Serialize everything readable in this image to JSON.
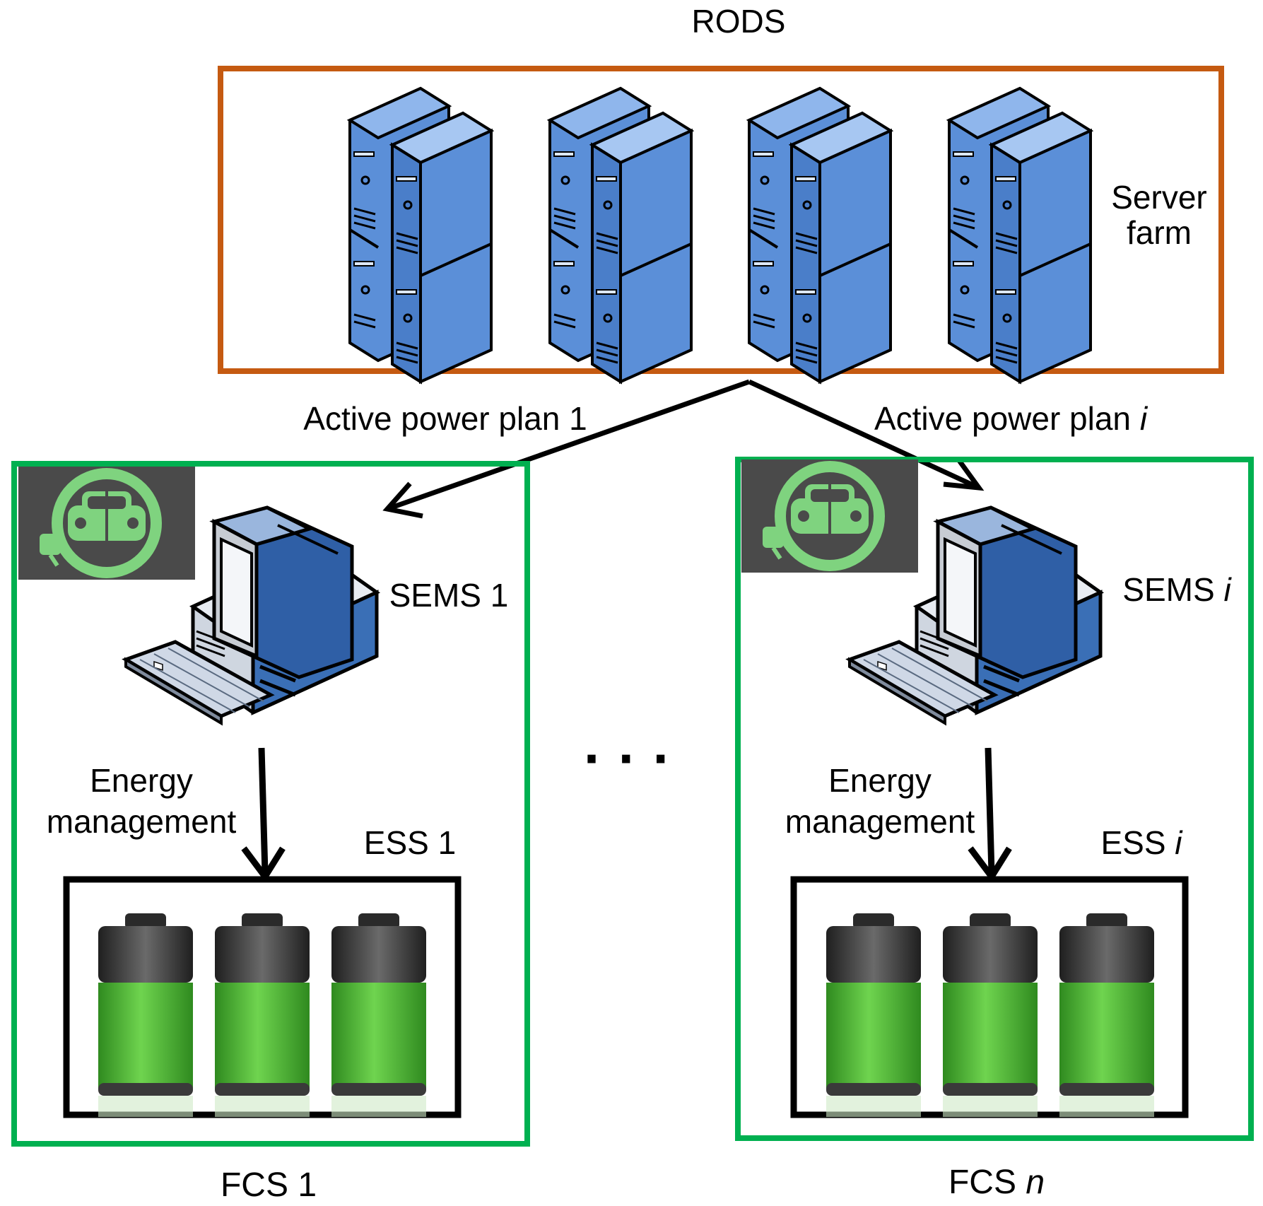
{
  "rods": {
    "title": "RODS",
    "server_farm_line1": "Server",
    "server_farm_line2": "farm",
    "border_color": "#c55a11"
  },
  "links": {
    "plan_left": "Active power plan 1",
    "plan_right_prefix": "Active power plan ",
    "plan_right_var": "i"
  },
  "ellipsis": "· · ·",
  "fcs_left": {
    "label": "FCS 1",
    "sems": "SEMS 1",
    "energy_line1": "Energy",
    "energy_line2": "management",
    "ess": "ESS 1"
  },
  "fcs_right": {
    "label_prefix": "FCS ",
    "label_var": "n",
    "sems_prefix": "SEMS ",
    "sems_var": "i",
    "energy_line1": "Energy",
    "energy_line2": "management",
    "ess_prefix": "ESS ",
    "ess_var": "i"
  },
  "colors": {
    "fcs_border": "#00b050",
    "server_blue": "#5b8fd8",
    "battery_green": "#4cbb3a",
    "ev_badge_bg": "#4a4a4a",
    "ev_badge_green": "#7fd37f"
  }
}
